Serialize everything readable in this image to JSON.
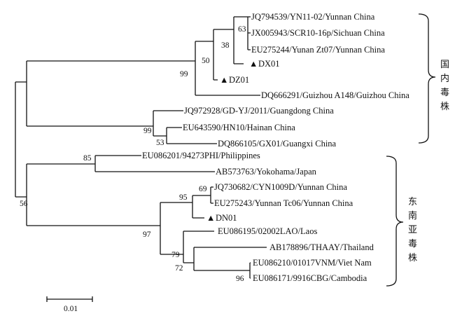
{
  "tree": {
    "taxa": [
      {
        "label": "JQ794539/YN11-02/Yunnan China",
        "marker": ""
      },
      {
        "label": "JX005943/SCR10-16p/Sichuan China",
        "marker": ""
      },
      {
        "label": "EU275244/Yunan Zt07/Yunnan China",
        "marker": ""
      },
      {
        "label": "DX01",
        "marker": "▲"
      },
      {
        "label": "DZ01",
        "marker": "▲"
      },
      {
        "label": "DQ666291/Guizhou A148/Guizhou China",
        "marker": ""
      },
      {
        "label": "JQ972928/GD-YJ/2011/Guangdong China",
        "marker": ""
      },
      {
        "label": "EU643590/HN10/Hainan China",
        "marker": ""
      },
      {
        "label": "DQ866105/GX01/Guangxi China",
        "marker": ""
      },
      {
        "label": "EU086201/94273PHI/Philippines",
        "marker": ""
      },
      {
        "label": "AB573763/Yokohama/Japan",
        "marker": ""
      },
      {
        "label": "JQ730682/CYN1009D/Yunnan China",
        "marker": ""
      },
      {
        "label": "EU275243/Yunnan Tc06/Yunnan China",
        "marker": ""
      },
      {
        "label": "DN01",
        "marker": "▲"
      },
      {
        "label": "EU086195/02002LAO/Laos",
        "marker": ""
      },
      {
        "label": "AB178896/THAAY/Thailand",
        "marker": ""
      },
      {
        "label": "EU086210/01017VNM/Viet Nam",
        "marker": ""
      },
      {
        "label": "EU086171/9916CBG/Cambodia",
        "marker": ""
      }
    ],
    "bootstrap": [
      "63",
      "38",
      "50",
      "99",
      "99",
      "53",
      "85",
      "69",
      "95",
      "97",
      "79",
      "72",
      "96",
      "56"
    ],
    "groups": [
      {
        "label": "国内毒株",
        "chars": [
          "国",
          "内",
          "毒",
          "株"
        ]
      },
      {
        "label": "东南亚毒株",
        "chars": [
          "东",
          "南",
          "亚",
          "毒",
          "株"
        ]
      }
    ],
    "scale_bar_label": "0.01"
  }
}
